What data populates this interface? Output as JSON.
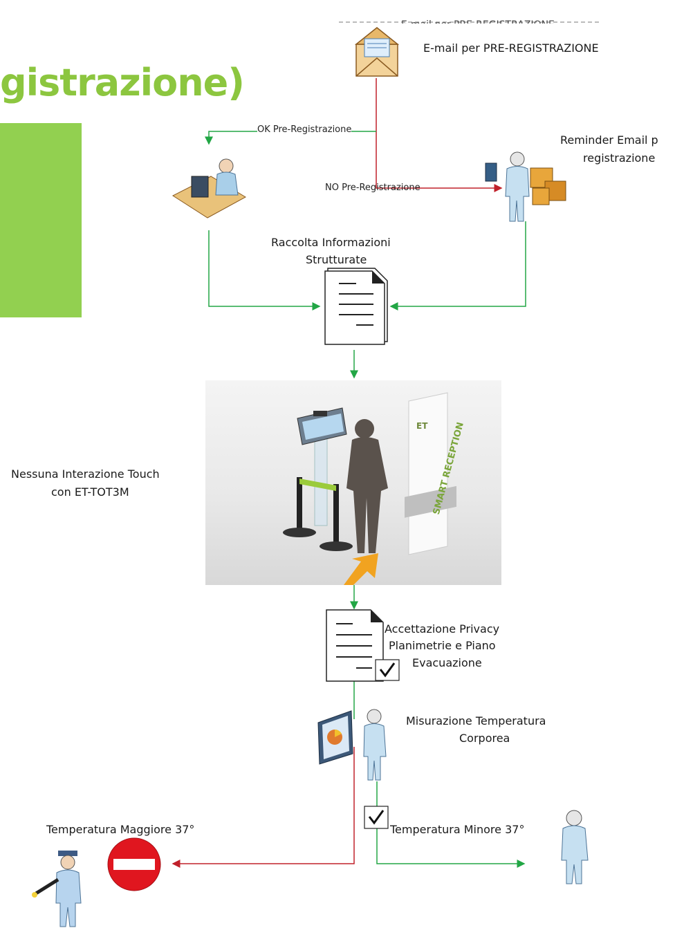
{
  "header": {
    "title_fragment": "gistrazione)",
    "cut_top_text": "E-mail per PRE-REGISTRAZIONE"
  },
  "nodes": {
    "email": "E-mail per PRE-REGISTRAZIONE",
    "reminder_line1": "Reminder Email p",
    "reminder_line2": "registrazione",
    "ok_pre": "OK Pre-Registrazione",
    "no_pre": "NO Pre-Registrazione",
    "raccolta_line1": "Raccolta Informazioni",
    "raccolta_line2": "Strutturate",
    "nessuna_line1": "Nessuna Interazione Touch",
    "nessuna_line2": "con ET-TOT3M",
    "privacy_line1": "Accettazione Privacy",
    "privacy_line2": "Planimetrie e Piano",
    "privacy_line3": "Evacuazione",
    "misurazione_line1": "Misurazione Temperatura",
    "misurazione_line2": "Corporea",
    "temp_maggiore": "Temperatura Maggiore 37°",
    "temp_minore": "Temperatura Minore 37°"
  },
  "photo": {
    "banner_top": "ET",
    "banner_text": "SMART RECEPTION"
  },
  "colors": {
    "accent_green": "#8cc63f",
    "block_green": "#92d050",
    "flow_green": "#22a645",
    "flow_red": "#c0202a"
  }
}
